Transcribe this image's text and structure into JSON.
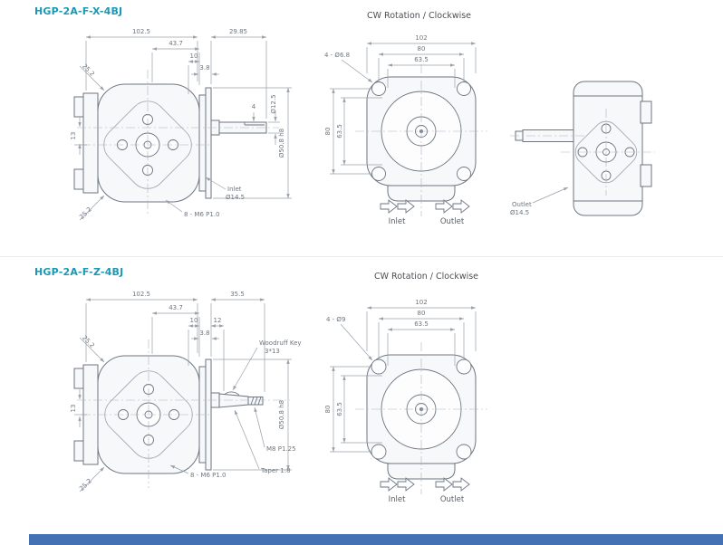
{
  "colors": {
    "accent_teal": "#1b98b4",
    "footer_blue": "#4470b4",
    "outline_gray": "#6d7682",
    "dim_gray": "#98a0aa"
  },
  "sections": [
    {
      "title": "HGP-2A-F-X-4BJ",
      "rotation": "CW Rotation / Clockwise",
      "side": {
        "d_102_5": "102.5",
        "d_43_7": "43.7",
        "d_10": "10",
        "d_3_8": "3.8",
        "d_29_85": "29.85",
        "d_4": "4",
        "d_13": "13",
        "d_25_2_top": "25.2",
        "d_25_2_bottom": "25.2",
        "shaft_dia": "Ø12.5",
        "pilot_dia": "Ø50.8 h8",
        "inlet_label": "Inlet",
        "inlet_dia": "Ø14.5",
        "bolt_thread": "8 - M6 P1.0"
      },
      "front": {
        "bolt_note": "4 - Ø6.8",
        "d_102": "102",
        "d_80_top": "80",
        "d_63_5_top": "63.5",
        "d_80_left": "80",
        "d_63_5_left": "63.5",
        "inlet": "Inlet",
        "outlet": "Outlet"
      },
      "rear": {
        "outlet_label": "Outlet",
        "outlet_dia": "Ø14.5"
      }
    },
    {
      "title": "HGP-2A-F-Z-4BJ",
      "rotation": "CW Rotation / Clockwise",
      "side": {
        "d_102_5": "102.5",
        "d_35_5": "35.5",
        "d_43_7": "43.7",
        "d_10": "10",
        "d_12": "12",
        "d_3_8": "3.8",
        "d_13": "13",
        "d_25_2_top": "25.2",
        "d_25_2_bottom": "25.2",
        "key_note_1": "Woodruff Key",
        "key_note_2": "3*13",
        "pilot_dia": "Ø50.8 h8",
        "shaft_thread": "M8 P1.25",
        "taper_note": "Taper 1:8",
        "bolt_thread": "8 - M6 P1.0"
      },
      "front": {
        "bolt_note": "4 - Ø9",
        "d_102": "102",
        "d_80_top": "80",
        "d_63_5_top": "63.5",
        "d_80_left": "80",
        "d_63_5_left": "63.5",
        "inlet": "Inlet",
        "outlet": "Outlet"
      }
    }
  ]
}
